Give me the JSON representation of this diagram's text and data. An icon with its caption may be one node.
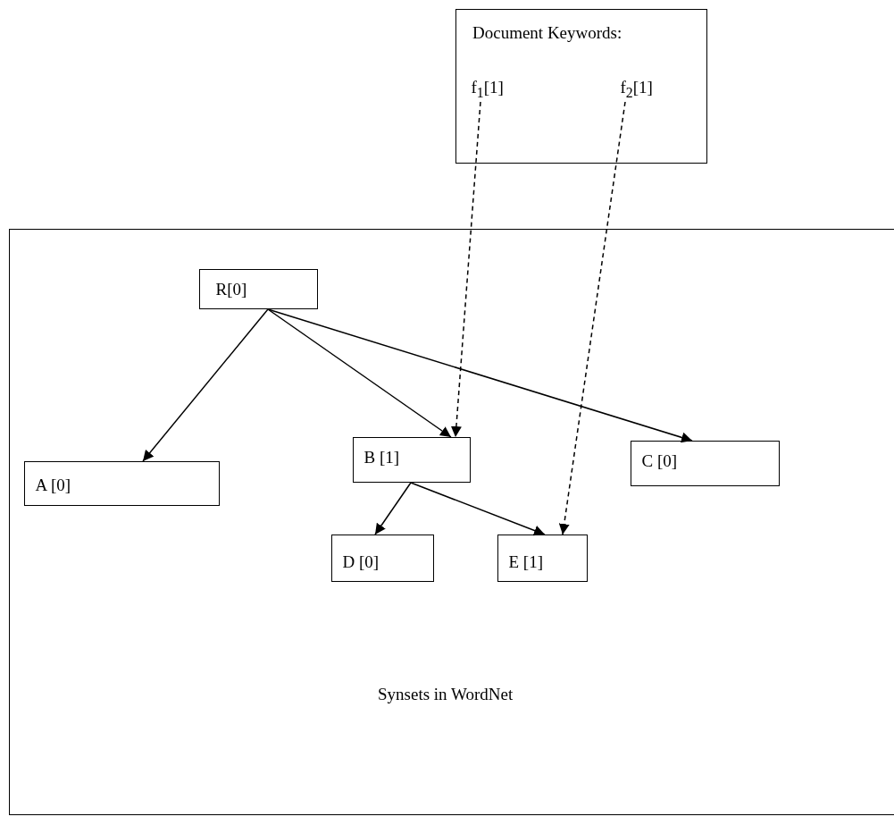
{
  "diagram": {
    "nodes": [
      {
        "text": [
          "Document Keywords:"
        ]
      },
      {
        "text": [
          "f$_{1}$[1]"
        ],
        "in": 0
      },
      {
        "text": [
          "f$_{2}$[1]"
        ],
        "in": 0
      },
      {
        "text": [
          "Synsets in WordNet"
        ]
      },
      {
        "text": [
          "R[0]"
        ],
        "in": 3
      },
      {
        "text": [
          "A [0]"
        ],
        "in": 3
      },
      {
        "text": [
          "B [1]"
        ],
        "in": 3
      },
      {
        "text": [
          "C [0]"
        ],
        "in": 3
      },
      {
        "text": [
          "D [0]"
        ],
        "in": 3
      },
      {
        "text": [
          "E [1]"
        ],
        "in": 3
      }
    ],
    "edges": [
      {
        "from": 4,
        "to": 5,
        "arrow": "to"
      },
      {
        "from": 4,
        "to": 6,
        "arrow": "to"
      },
      {
        "from": 4,
        "to": 7,
        "arrow": "to"
      },
      {
        "from": 6,
        "to": 8,
        "arrow": "to"
      },
      {
        "from": 6,
        "to": 9,
        "arrow": "to"
      },
      {
        "from": 1,
        "to": 6,
        "arrow": "to",
        "style": "dashed"
      },
      {
        "from": 2,
        "to": 9,
        "arrow": "to",
        "style": "dashed"
      }
    ]
  }
}
